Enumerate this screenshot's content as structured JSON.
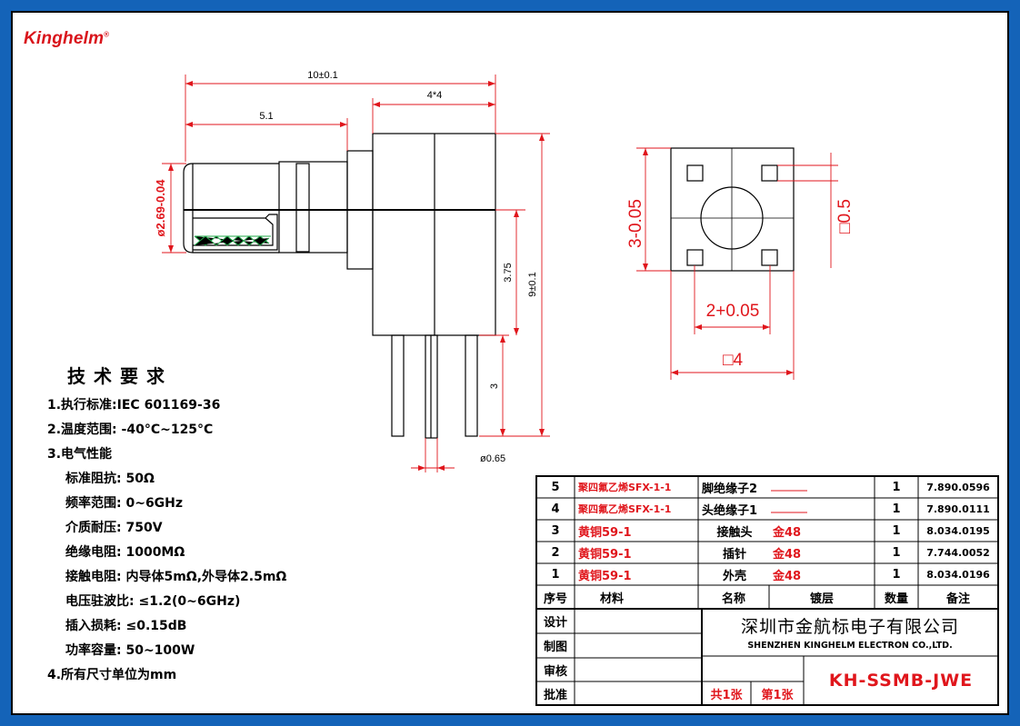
{
  "logo": {
    "text": "Kinghelm",
    "mark": "®",
    "color": "#d9141b"
  },
  "dimensions": {
    "overall_length": "10±0.1",
    "body_width": "4*4",
    "plug_length": "5.1",
    "plug_diameter": "ø2.69-0.04",
    "height_to_axis": "3.75",
    "total_height": "9±0.1",
    "pin_length": "3",
    "pin_diameter": "ø0.65",
    "top_view_hole": "3-0.05",
    "top_view_center": "□0.5",
    "top_view_pin_spacing": "2+0.05",
    "top_view_square": "□4"
  },
  "tech_requirements": {
    "title": "技术要求",
    "items": [
      "1.执行标准:IEC 601169-36",
      "2.温度范围: -40°C~125°C",
      "3.电气性能",
      "标准阻抗: 50Ω",
      "频率范围: 0~6GHz",
      "介质耐压: 750V",
      "绝缘电阻: 1000MΩ",
      "接触电阻: 内导体5mΩ,外导体2.5mΩ",
      "电压驻波比: ≤1.2(0~6GHz)",
      "插入损耗:    ≤0.15dB",
      "功率容量: 50~100W",
      "4.所有尺寸单位为mm"
    ]
  },
  "bom": {
    "headers": [
      "序号",
      "材料",
      "名称",
      "镀层",
      "数量",
      "备注"
    ],
    "rows": [
      {
        "no": "5",
        "material": "聚四氟乙烯SFX-1-1",
        "name": "脚绝缘子2",
        "plating": "",
        "qty": "1",
        "note": "7.890.0596"
      },
      {
        "no": "4",
        "material": "聚四氟乙烯SFX-1-1",
        "name": "头绝缘子1",
        "plating": "",
        "qty": "1",
        "note": "7.890.0111"
      },
      {
        "no": "3",
        "material": "黄铜59-1",
        "name": "接触头",
        "plating": "金48",
        "qty": "1",
        "note": "8.034.0195"
      },
      {
        "no": "2",
        "material": "黄铜59-1",
        "name": "插针",
        "plating": "金48",
        "qty": "1",
        "note": "7.744.0052"
      },
      {
        "no": "1",
        "material": "黄铜59-1",
        "name": "外壳",
        "plating": "金48",
        "qty": "1",
        "note": "8.034.0196"
      }
    ]
  },
  "title_block": {
    "roles": [
      "设计",
      "制图",
      "审核",
      "批准"
    ],
    "company_cn": "深圳市金航标电子有限公司",
    "company_en": "SHENZHEN KINGHELM ELECTRON CO.,LTD.",
    "sheets_total": "共1张",
    "sheet_no": "第1张",
    "model": "KH-SSMB-JWE"
  },
  "colors": {
    "frame": "#1463b8",
    "dimension": "#e0161c",
    "hatch": "#22a84a"
  }
}
